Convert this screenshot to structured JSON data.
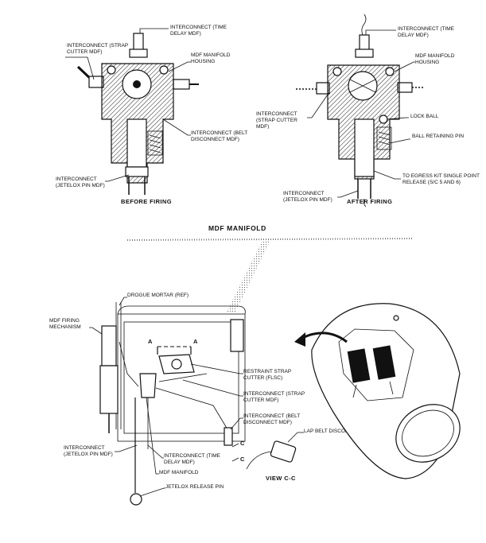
{
  "title": "MDF MANIFOLD",
  "before": {
    "caption": "BEFORE FIRING",
    "time_delay": "INTERCONNECT (TIME DELAY MDF)",
    "strap_cutter": "INTERCONNECT (STRAP CUTTER MDF)",
    "housing": "MDF MANIFOLD HOUSING",
    "belt_disconnect": "INTERCONNECT (BELT DISCONNECT MDF)",
    "jetelox": "INTERCONNECT (JETELOX PIN MDF)"
  },
  "after": {
    "caption": "AFTER FIRING",
    "time_delay": "INTERCONNECT (TIME DELAY MDF)",
    "housing": "MDF MANIFOLD HOUSING",
    "strap_cutter": "INTERCONNECT (STRAP CUTTER MDF)",
    "lock_ball": "LOCK BALL",
    "ball_retaining": "BALL RETAINING PIN",
    "egress": "TO EGRESS KIT SINGLE POINT RELEASE (S/C 5 AND 6)",
    "jetelox": "INTERCONNECT (JETELOX PIN MDF)"
  },
  "lower": {
    "drogue": "DROGUE MORTAR (REF)",
    "firing_mech": "MDF FIRING MECHANISM",
    "section_a": "A",
    "restraint": "RESTRAINT STRAP CUTTER (FLSC)",
    "strap_cutter": "INTERCONNECT (STRAP CUTTER MDF)",
    "belt_disconnect": "INTERCONNECT (BELT DISCONNECT MDF)",
    "section_c": "C",
    "lap_belt": "LAP BELT DISCONNECT",
    "view_cc": "VIEW C-C",
    "jetelox": "INTERCONNECT (JETELOX PIN MDF)",
    "time_delay": "INTERCONNECT (TIME DELAY MDF)",
    "manifold": "MDF MANIFOLD",
    "release_pin": "JETELOX RELEASE PIN"
  }
}
